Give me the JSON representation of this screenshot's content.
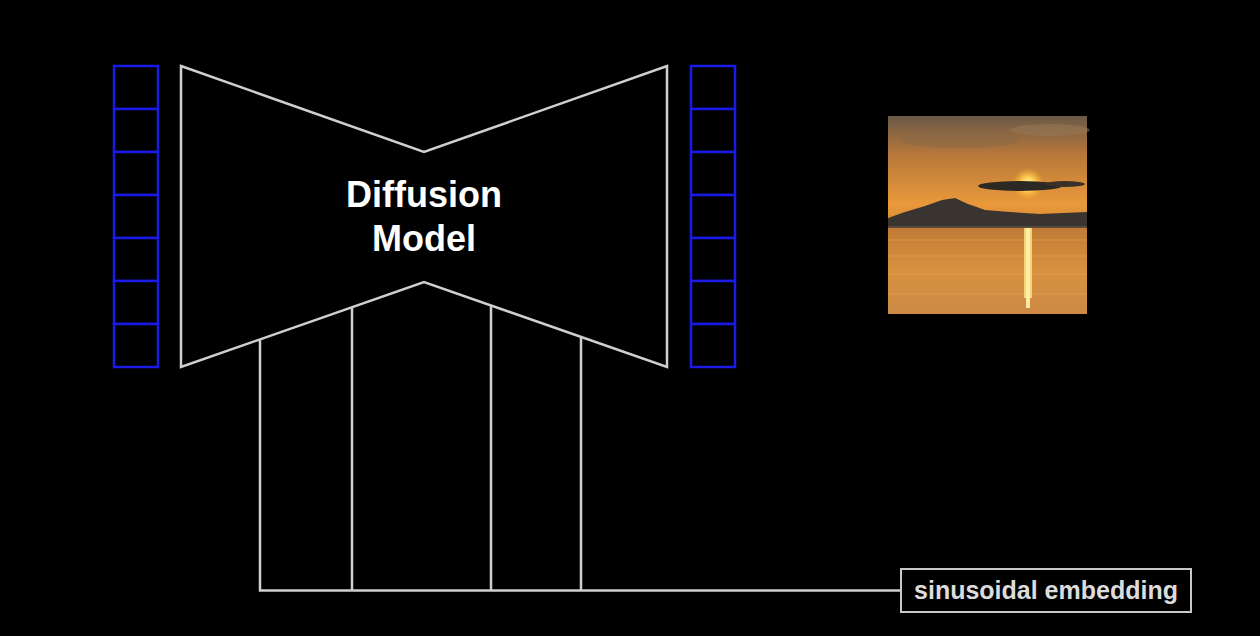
{
  "diagram": {
    "nodes": [
      {
        "text": [
          "Diffusion Model"
        ]
      },
      {
        "text": [
          "sinusoidal embedding"
        ]
      }
    ],
    "edges": [
      {
        "from": 1,
        "to": 0,
        "arrow": "none"
      }
    ]
  }
}
